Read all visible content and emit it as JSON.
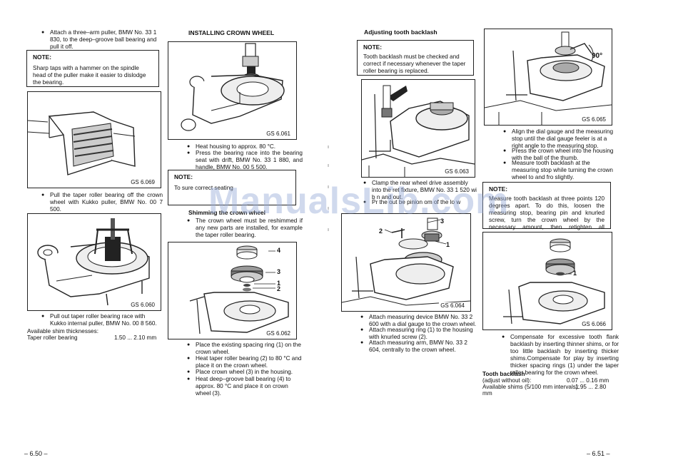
{
  "left_page": {
    "col1": {
      "bullet_1": "Attach a three–arm puller, BMW No. 33 1 830, to the deep–groove ball bearing and pull it off.",
      "note_title": "NOTE:",
      "note_text": "Sharp taps with a hammer on the spindle head of the puller make it easier to dislodge the bearing.",
      "fig1_caption": "GS 6.069",
      "bullet_2": "Pull the taper roller bearing off the crown wheel with Kukko puller, BMW No. 00 7 500.",
      "fig2_caption": "GS 6.060",
      "bullet_3": "Pull out taper roller bearing race with Kukko internal puller, BMW No. 00 8 560.",
      "shims_label": "Available shim thicknesses:",
      "shims_item": "Taper roller bearing",
      "shims_value": "1.50 ... 2.10 mm"
    },
    "col2": {
      "heading": "INSTALLING CROWN WHEEL",
      "fig1_caption": "GS 6.061",
      "bullet_1": "Heat housing to approx. 80 °C.",
      "bullet_2": "Press the bearing race into the bearing seat with drift, BMW No. 33 1 880, and handle, BMW No. 00 5 500.",
      "note_title": "NOTE:",
      "note_text": "To    sure correct seating",
      "subheading": "Shimming the crown wheel",
      "bullet_3": "The crown wheel must be reshimmed if any new parts are installed, for example the taper roller bearing.",
      "fig2_caption": "GS 6.062",
      "fig2_labels": [
        "4",
        "3",
        "1",
        "2"
      ],
      "bullet_4": "Place the existing spacing ring (1) on the crown wheel.",
      "bullet_5": "Heat taper roller bearing (2) to 80 °C and place it on the crown wheel.",
      "bullet_6": "Place crown wheel (3) in the housing.",
      "bullet_7": "Heat deep–groove ball bearing (4) to approx. 80 °C and place it on crown wheel (3)."
    },
    "page_number": "– 6.50 –"
  },
  "right_page": {
    "col1": {
      "heading": "Adjusting tooth backlash",
      "note_title": "NOTE:",
      "note_text": "Tooth backlash must be checked and correct if necessary whenever the taper roller bearing is replaced.",
      "fig1_caption": "GS 6.063",
      "bullet_1": "Clamp the rear wheel drive assembly into the ret     fixture, BMW No. 33 1 520 wi     b   n  and     out.",
      "bullet_2": "Pr     the   out be   pinion  om   of the    lo      w",
      "fig2_caption": "GS 6.064",
      "fig2_labels": [
        "3",
        "2",
        "1"
      ],
      "bullet_3": "Attach measuring device BMW No. 33 2 600 with a dial gauge to the crown wheel.",
      "bullet_4": "Attach measuring ring (1) to the housing with knurled screw (2).",
      "bullet_5": "Attach measuring arm, BMW No. 33 2 604, centrally to the crown wheel."
    },
    "col2": {
      "fig1_caption": "GS 6.065",
      "angle_label": "90°",
      "bullet_1": "Align the dial gauge and the measuring stop until the dial gauge feeler is at a right angle to the measuring stop.",
      "bullet_2": "Press the crown wheel into the housing with the ball of the thumb.",
      "bullet_3": "Measure tooth backlash at the measuring stop while turning the crown wheel to and fro slightly.",
      "note_title": "NOTE:",
      "note_text": "Measure tooth backlash at three points 120 degrees apart. To do this, loosen the measuring stop, bearing pin and knurled screw, turn the crown wheel by the necessary amount, then retighten all components.",
      "fig2_caption": "GS 6.066",
      "fig2_labels": [
        "1"
      ],
      "bullet_4": "Compensate for excessive tooth flank backlash by inserting thinner shims, or for too little backlash by inserting thicker shims.Compensate for play by inserting thicker spacing rings (1) under the taper roller bearing for the crown wheel.",
      "spec_title": "Tooth backlash",
      "spec_row1_label": "(adjust without oil):",
      "spec_row1_value": "0.07 ... 0.16 mm",
      "spec_row2_label": "Available shims (5/100 mm intervals):",
      "spec_row2_value": "1.95 ... 2.80",
      "spec_row2_unit": "mm"
    },
    "page_number": "– 6.51 –"
  },
  "watermark": "ManualsLib.com"
}
